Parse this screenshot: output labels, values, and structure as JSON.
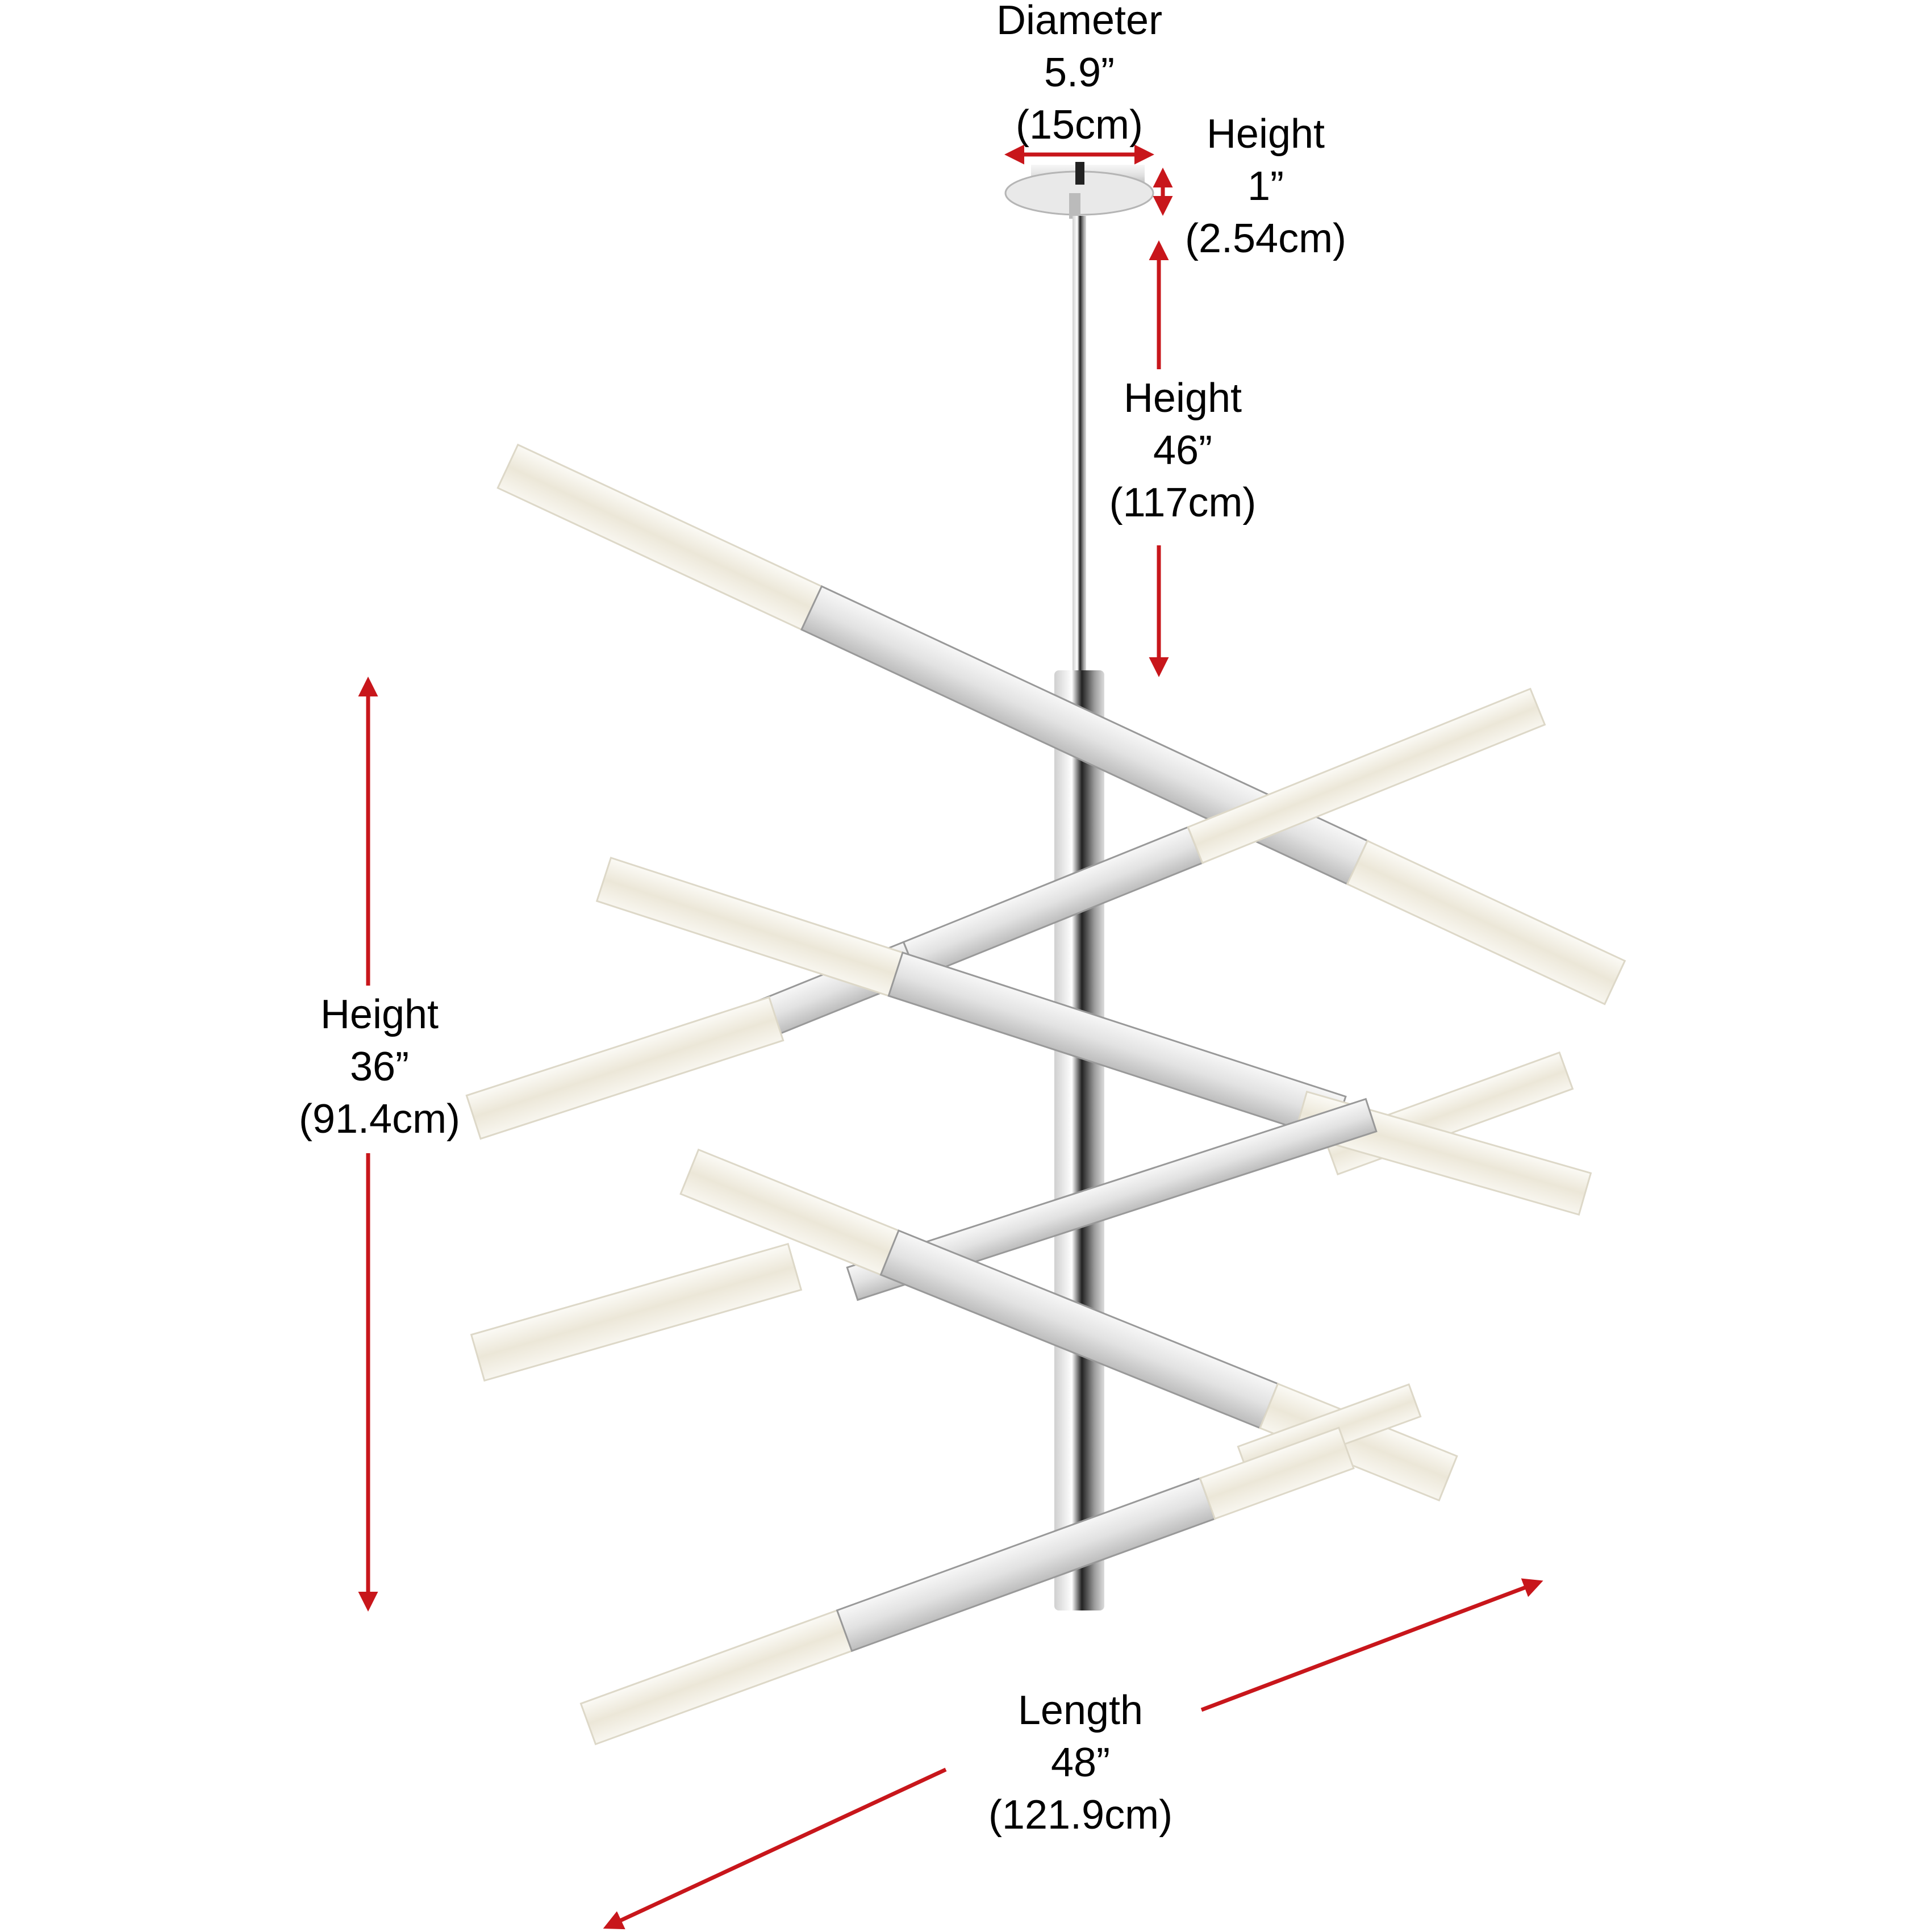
{
  "diagram": {
    "subject": "Modern chrome chandelier with crystal bar lights",
    "accent_color": "#c8161b",
    "chrome_color": "#e8e8e8",
    "crystal_color": "#f4f1e6",
    "dimensions": {
      "canopy_diameter": {
        "label": "Diameter",
        "imperial": "5.9”",
        "metric": "(15cm)"
      },
      "canopy_height": {
        "label": "Height",
        "imperial": "1”",
        "metric": "(2.54cm)"
      },
      "overall_height": {
        "label": "Height",
        "imperial": "46”",
        "metric": "(117cm)"
      },
      "fixture_height": {
        "label": "Height",
        "imperial": "36”",
        "metric": "(91.4cm)"
      },
      "length": {
        "label": "Length",
        "imperial": "48”",
        "metric": "(121.9cm)"
      }
    }
  }
}
